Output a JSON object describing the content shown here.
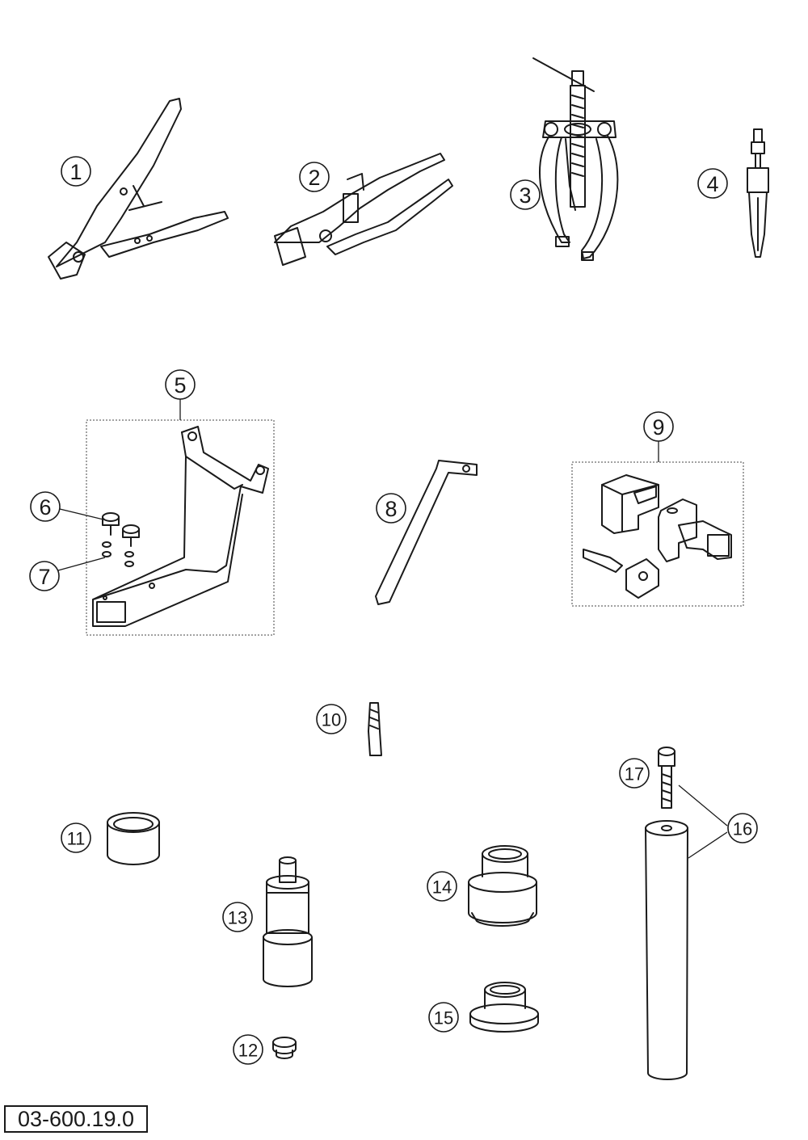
{
  "diagram": {
    "callouts": [
      "1",
      "2",
      "3",
      "4",
      "5",
      "6",
      "7",
      "8",
      "9",
      "10",
      "11",
      "12",
      "13",
      "14",
      "15",
      "16",
      "17"
    ],
    "code": "03-600.19.0"
  }
}
